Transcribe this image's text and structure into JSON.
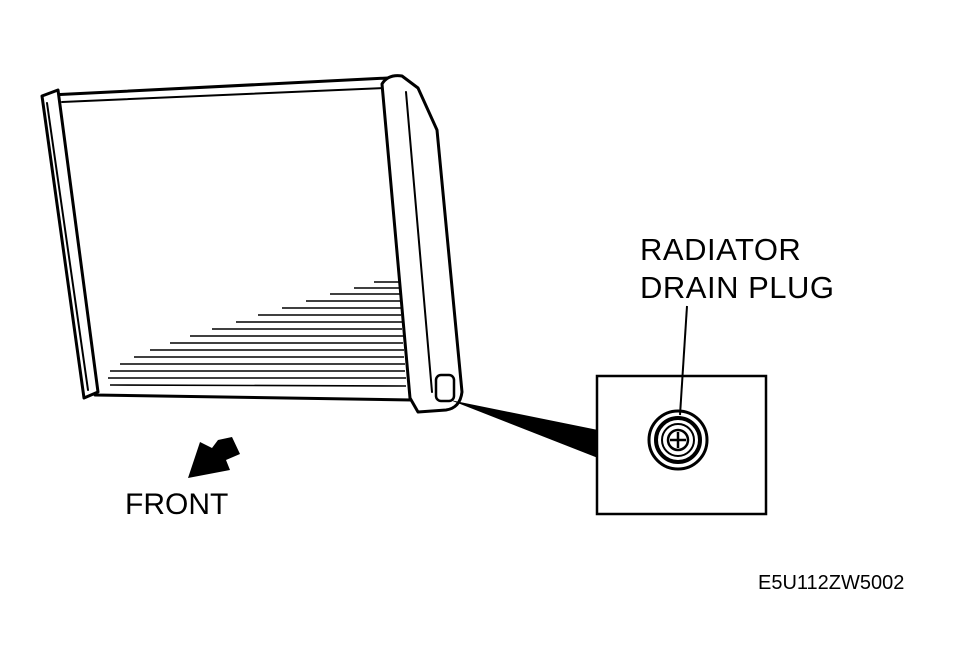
{
  "labels": {
    "callout_line1": "RADIATOR",
    "callout_line2": "DRAIN PLUG",
    "front": "FRONT",
    "figure_code": "E5U112ZW5002"
  },
  "icons": {
    "direction": "front-arrow-icon",
    "plug": "drain-plug-icon"
  },
  "colors": {
    "ink": "#000000",
    "paper": "#ffffff"
  }
}
